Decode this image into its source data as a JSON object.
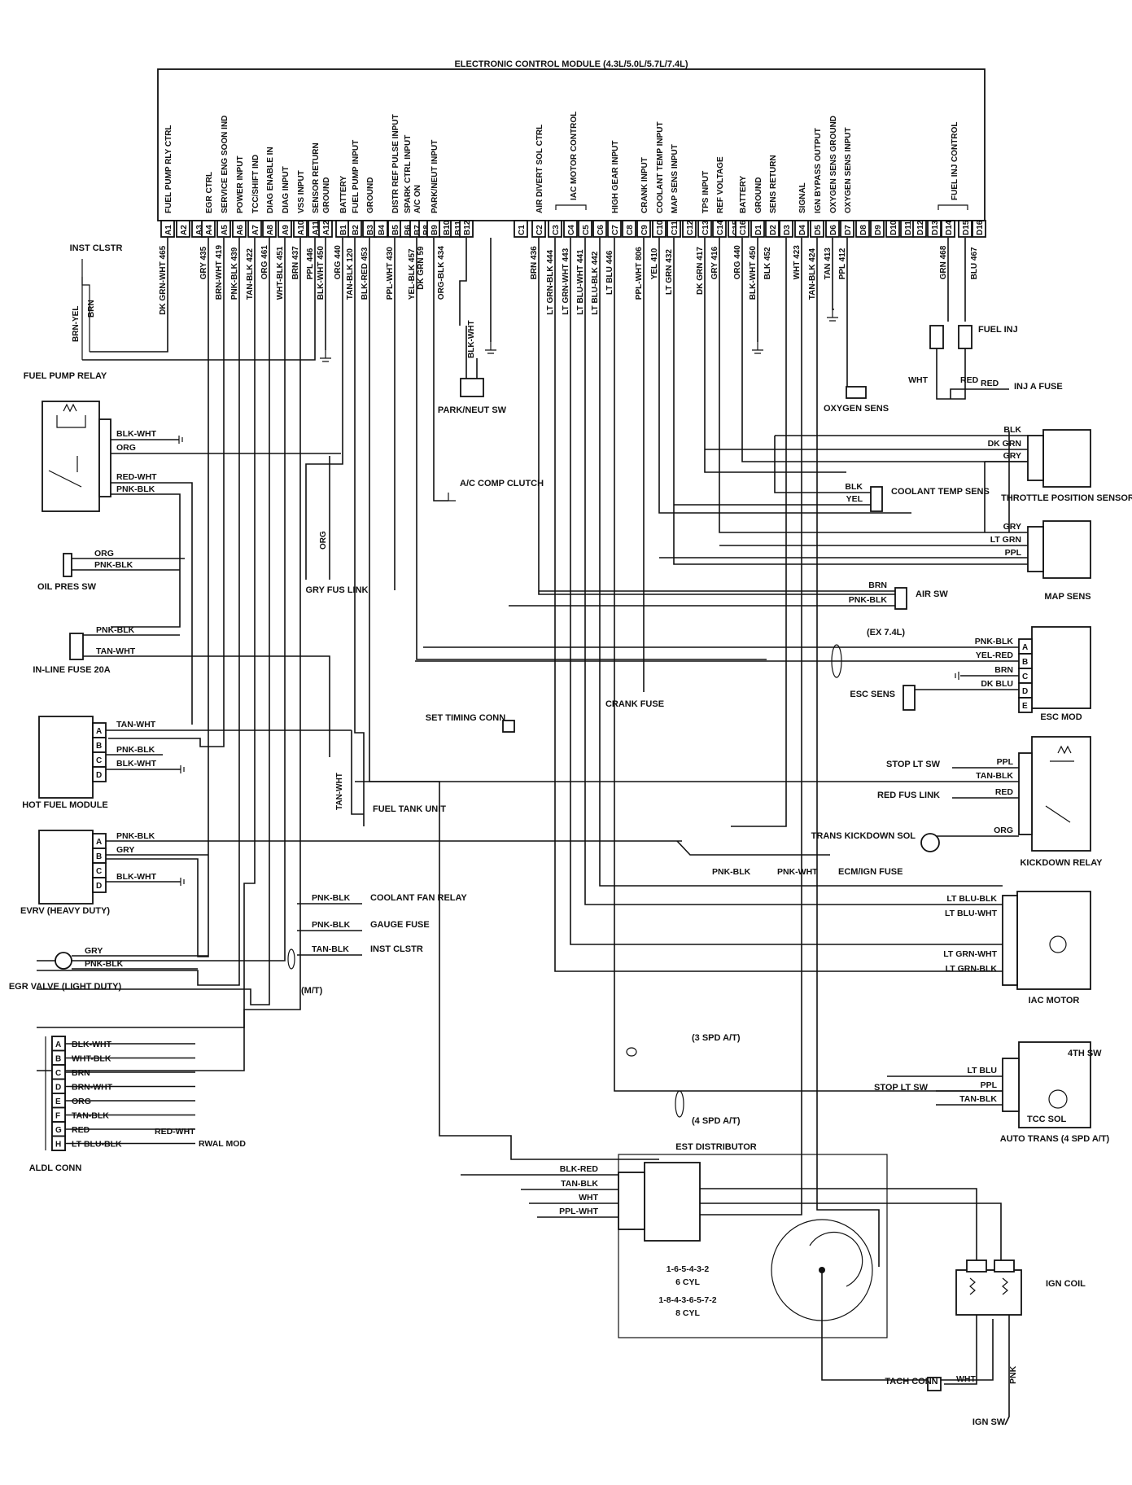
{
  "ecm": {
    "title": "ELECTRONIC CONTROL MODULE (4.3L/5.0L/5.7L/7.4L)",
    "functions": [
      {
        "pin": "A1",
        "label": "FUEL PUMP RLY CTRL"
      },
      {
        "pin": "A2",
        "label": ""
      },
      {
        "pin": "A3",
        "label": ""
      },
      {
        "pin": "A4",
        "label": "EGR CTRL"
      },
      {
        "pin": "A5",
        "label": "SERVICE ENG SOON IND"
      },
      {
        "pin": "A6",
        "label": "POWER INPUT"
      },
      {
        "pin": "A7",
        "label": "TCC/SHIFT IND"
      },
      {
        "pin": "A8",
        "label": "DIAG ENABLE IN"
      },
      {
        "pin": "A9",
        "label": "DIAG INPUT"
      },
      {
        "pin": "A10",
        "label": "VSS INPUT"
      },
      {
        "pin": "A11",
        "label": "SENSOR RETURN"
      },
      {
        "pin": "A12",
        "label": "GROUND"
      },
      {
        "pin": "B1",
        "label": "BATTERY"
      },
      {
        "pin": "B2",
        "label": "FUEL PUMP INPUT"
      },
      {
        "pin": "B3",
        "label": "GROUND"
      },
      {
        "pin": "B4",
        "label": ""
      },
      {
        "pin": "B5",
        "label": "DISTR REF PULSE INPUT"
      },
      {
        "pin": "B6",
        "label": "SPARK CTRL INPUT"
      },
      {
        "pin": "B7",
        "label": "A/C ON"
      },
      {
        "pin": "B8",
        "label": ""
      },
      {
        "pin": "B9",
        "label": "PARK/NEUT INPUT"
      },
      {
        "pin": "B10",
        "label": ""
      },
      {
        "pin": "B11",
        "label": ""
      },
      {
        "pin": "B12",
        "label": ""
      },
      {
        "pin": "C1",
        "label": ""
      },
      {
        "pin": "C2",
        "label": "AIR DIVERT SOL CTRL"
      },
      {
        "pin": "C3",
        "label": ""
      },
      {
        "pin": "C4",
        "label": ""
      },
      {
        "pin": "C5",
        "label": ""
      },
      {
        "pin": "C6",
        "label": ""
      },
      {
        "pin": "C7",
        "label": "HIGH GEAR INPUT"
      },
      {
        "pin": "C8",
        "label": ""
      },
      {
        "pin": "C9",
        "label": "CRANK INPUT"
      },
      {
        "pin": "C10",
        "label": "COOLANT TEMP INPUT"
      },
      {
        "pin": "C11",
        "label": "MAP SENS INPUT"
      },
      {
        "pin": "C12",
        "label": ""
      },
      {
        "pin": "C13",
        "label": "TPS INPUT"
      },
      {
        "pin": "C14",
        "label": "REF VOLTAGE"
      },
      {
        "pin": "C15",
        "label": ""
      },
      {
        "pin": "C16",
        "label": "BATTERY"
      },
      {
        "pin": "D1",
        "label": "GROUND"
      },
      {
        "pin": "D2",
        "label": "SENS RETURN"
      },
      {
        "pin": "D3",
        "label": ""
      },
      {
        "pin": "D4",
        "label": "SIGNAL"
      },
      {
        "pin": "D5",
        "label": "IGN BYPASS OUTPUT"
      },
      {
        "pin": "D6",
        "label": "OXYGEN SENS GROUND"
      },
      {
        "pin": "D7",
        "label": "OXYGEN SENS INPUT"
      },
      {
        "pin": "D8",
        "label": ""
      },
      {
        "pin": "D9",
        "label": ""
      },
      {
        "pin": "D10",
        "label": ""
      },
      {
        "pin": "D11",
        "label": ""
      },
      {
        "pin": "D12",
        "label": ""
      },
      {
        "pin": "D13",
        "label": ""
      },
      {
        "pin": "D14",
        "label": ""
      },
      {
        "pin": "D15",
        "label": ""
      },
      {
        "pin": "D16",
        "label": ""
      }
    ],
    "iac_group": "IAC MOTOR CONTROL",
    "fuel_inj_group": "FUEL INJ CONTROL"
  },
  "wire_labels": [
    {
      "pin": "A1",
      "text": "DK GRN-WHT 465"
    },
    {
      "pin": "A4",
      "text": "GRY 435"
    },
    {
      "pin": "A5",
      "text": "BRN-WHT 419"
    },
    {
      "pin": "A6",
      "text": "PNK-BLK 439"
    },
    {
      "pin": "A7",
      "text": "TAN-BLK 422"
    },
    {
      "pin": "A8",
      "text": "ORG 461"
    },
    {
      "pin": "A9",
      "text": "WHT-BLK 451"
    },
    {
      "pin": "A10",
      "text": "BRN 437"
    },
    {
      "pin": "A11",
      "text": "PPL 446"
    },
    {
      "pin": "A12",
      "text": "BLK-WHT 450"
    },
    {
      "pin": "B1",
      "text": "ORG 440"
    },
    {
      "pin": "B2",
      "text": "TAN-BLK 120"
    },
    {
      "pin": "B3",
      "text": "BLK-RED 453"
    },
    {
      "pin": "B5",
      "text": "PPL-WHT 430"
    },
    {
      "pin": "B7",
      "text": "YEL-BLK 457"
    },
    {
      "pin": "B8",
      "text": "DK GRN 59"
    },
    {
      "pin": "B10",
      "text": "ORG-BLK 434"
    },
    {
      "pin": "C2",
      "text": "BRN 436"
    },
    {
      "pin": "C3",
      "text": "LT GRN-BLK 444"
    },
    {
      "pin": "C4",
      "text": "LT GRN-WHT 443"
    },
    {
      "pin": "C5",
      "text": "LT BLU-WHT 441"
    },
    {
      "pin": "C6",
      "text": "LT BLU-BLK 442"
    },
    {
      "pin": "C7",
      "text": "LT BLU 446"
    },
    {
      "pin": "C9",
      "text": "PPL-WHT 806"
    },
    {
      "pin": "C10",
      "text": "YEL 410"
    },
    {
      "pin": "C11",
      "text": "LT GRN 432"
    },
    {
      "pin": "C13",
      "text": "DK GRN 417"
    },
    {
      "pin": "C14",
      "text": "GRY 416"
    },
    {
      "pin": "C16",
      "text": "ORG 440"
    },
    {
      "pin": "D1",
      "text": "BLK-WHT 450"
    },
    {
      "pin": "D2",
      "text": "BLK 452"
    },
    {
      "pin": "D4",
      "text": "WHT 423"
    },
    {
      "pin": "D5",
      "text": "TAN-BLK 424"
    },
    {
      "pin": "D6",
      "text": "TAN 413"
    },
    {
      "pin": "D7",
      "text": "PPL 412"
    },
    {
      "pin": "D14",
      "text": "GRN 468"
    },
    {
      "pin": "D16",
      "text": "BLU 467"
    }
  ],
  "components": {
    "inst_clstr_top": "INST CLSTR",
    "fuel_pump_relay": "FUEL PUMP RELAY",
    "oil_pres_sw": "OIL PRES SW",
    "inline_fuse": "IN-LINE FUSE 20A",
    "hot_fuel_module": "HOT FUEL MODULE",
    "evrv": "EVRV (HEAVY DUTY)",
    "egr_valve": "EGR VALVE (LIGHT DUTY)",
    "aldl_conn": "ALDL CONN",
    "park_neut_sw": "PARK/NEUT SW",
    "ac_comp_clutch": "A/C COMP CLUTCH",
    "gry_fus_link": "GRY FUS LINK",
    "set_timing_conn": "SET TIMING CONN",
    "fuel_tank_unit": "FUEL TANK UNIT",
    "coolant_fan_relay": "COOLANT FAN RELAY",
    "gauge_fuse": "GAUGE FUSE",
    "inst_clstr_mid": "INST CLSTR",
    "mt_note": "(M/T)",
    "crank_fuse": "CRANK FUSE",
    "oxygen_sens": "OXYGEN SENS",
    "fuel_inj": "FUEL INJ",
    "inj_a_fuse": "INJ A FUSE",
    "throttle_position_sensor": "THROTTLE POSITION SENSOR",
    "coolant_temp_sens": "COOLANT TEMP SENS",
    "map_sens": "MAP SENS",
    "air_sw": "AIR SW",
    "ex_74l": "(EX 7.4L)",
    "esc_mod": "ESC MOD",
    "esc_sens": "ESC SENS",
    "stop_lt_sw": "STOP LT SW",
    "red_fus_link": "RED FUS LINK",
    "trans_kickdown_sol": "TRANS KICKDOWN SOL",
    "kickdown_relay": "KICKDOWN RELAY",
    "ecm_ign_fuse": "ECM/IGN FUSE",
    "iac_motor": "IAC MOTOR",
    "spd3_at": "(3 SPD A/T)",
    "spd4_at": "(4 SPD A/T)",
    "fourth_sw": "4TH SW",
    "tcc_sol": "TCC SOL",
    "auto_trans": "AUTO TRANS (4 SPD A/T)",
    "stop_lt_sw2": "STOP LT SW",
    "est_distributor": "EST DISTRIBUTOR",
    "firing_6": "1-6-5-4-3-2",
    "cyl_6": "6 CYL",
    "firing_8": "1-8-4-3-6-5-7-2",
    "cyl_8": "8 CYL",
    "ign_coil": "IGN COIL",
    "tach_conn": "TACH CONN",
    "ign_sw": "IGN SW",
    "rwal_mod": "RWAL MOD"
  },
  "left_wires": {
    "brn_yel": "BRN-YEL",
    "brn": "BRN",
    "blk_wht": "BLK-WHT",
    "org": "ORG",
    "red_wht": "RED-WHT",
    "pnk_blk": "PNK-BLK",
    "oil_org": "ORG",
    "oil_pnk": "PNK-BLK",
    "fuse_pnk": "PNK-BLK",
    "fuse_tan": "TAN-WHT",
    "hot_tan": "TAN-WHT",
    "hot_pnk": "PNK-BLK",
    "hot_blk": "BLK-WHT",
    "evrv_pnk": "PNK-BLK",
    "evrv_gry": "GRY",
    "evrv_blk": "BLK-WHT",
    "egr_gry": "GRY",
    "egr_pnk": "PNK-BLK",
    "org_mid": "ORG",
    "tan_wht_mid": "TAN-WHT",
    "blk_wht_pn": "BLK-WHT"
  },
  "aldl_pins": [
    {
      "pin": "A",
      "wire": "BLK-WHT"
    },
    {
      "pin": "B",
      "wire": "WHT-BLK"
    },
    {
      "pin": "C",
      "wire": "BRN"
    },
    {
      "pin": "D",
      "wire": "BRN-WHT"
    },
    {
      "pin": "E",
      "wire": "ORG"
    },
    {
      "pin": "F",
      "wire": "TAN-BLK"
    },
    {
      "pin": "G",
      "wire": "RED"
    },
    {
      "pin": "H",
      "wire": "LT BLU-BLK"
    }
  ],
  "aldl_red_wht": "RED-WHT",
  "mid_wires": {
    "pnk_blk1": "PNK-BLK",
    "pnk_blk2": "PNK-BLK",
    "tan_blk": "TAN-BLK"
  },
  "right_wires": {
    "fi_wht": "WHT",
    "fi_red": "RED",
    "inj_red": "RED",
    "tps_blk": "BLK",
    "tps_dkgrn": "DK GRN",
    "tps_gry": "GRY",
    "ct_blk": "BLK",
    "ct_yel": "YEL",
    "map_gry": "GRY",
    "map_ltgrn": "LT GRN",
    "map_ppl": "PPL",
    "air_brn": "BRN",
    "air_pnk": "PNK-BLK",
    "esc_pnk": "PNK-BLK",
    "esc_yel": "YEL-RED",
    "esc_brn": "BRN",
    "esc_dkblu": "DK BLU",
    "kd_ppl": "PPL",
    "kd_tan": "TAN-BLK",
    "kd_red": "RED",
    "kd_org": "ORG",
    "ecm_pnk": "PNK-BLK",
    "ecm_pnkwht": "PNK-WHT",
    "iac1": "LT BLU-BLK",
    "iac2": "LT BLU-WHT",
    "iac3": "LT GRN-WHT",
    "iac4": "LT GRN-BLK",
    "at_ltblu": "LT BLU",
    "at_ppl": "PPL",
    "at_tan": "TAN-BLK",
    "est_blkred": "BLK-RED",
    "est_tanblk": "TAN-BLK",
    "est_wht": "WHT",
    "est_pplwht": "PPL-WHT",
    "tach_wht": "WHT",
    "ign_pnk": "PNK"
  },
  "esc_pins": [
    "A",
    "B",
    "C",
    "D",
    "E"
  ],
  "hot_pins": [
    "A",
    "B",
    "C",
    "D"
  ],
  "evrv_pins": [
    "A",
    "B",
    "C",
    "D"
  ]
}
